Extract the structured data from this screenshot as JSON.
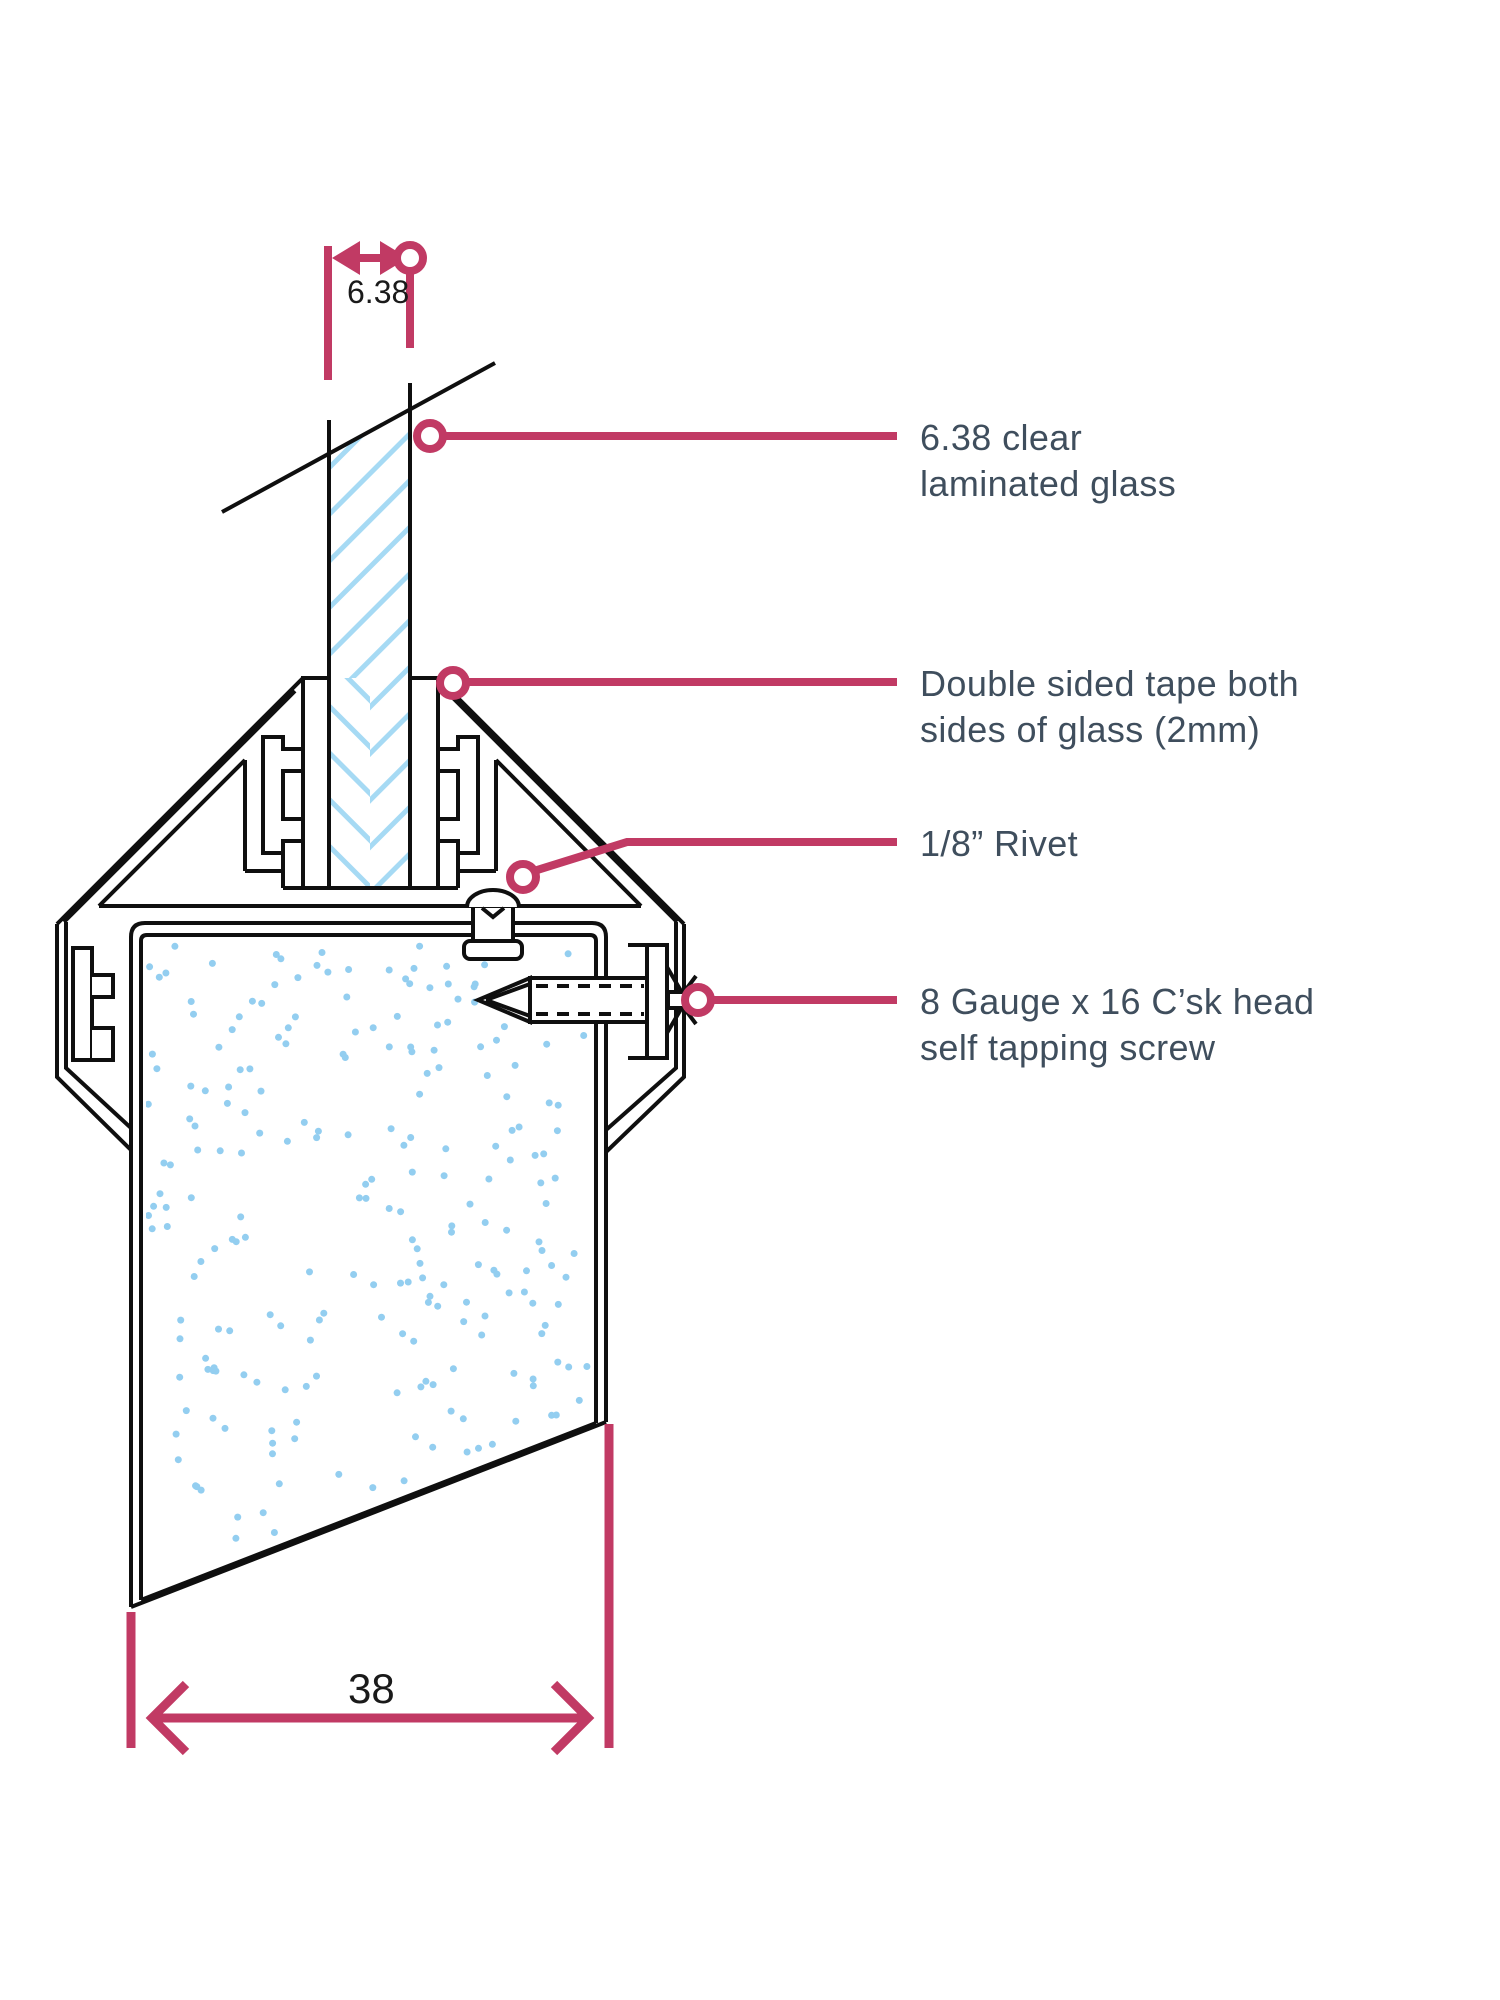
{
  "colors": {
    "accent": "#C13A64",
    "line": "#0F0F0F",
    "hatch": "#A6DAF4",
    "speckle": "#93CEF0",
    "text": "#3F4E5D",
    "dimtext": "#1A1A1A"
  },
  "dimensions": {
    "glass_thickness": "6.38",
    "base_width": "38"
  },
  "annotations": {
    "glass": {
      "line1": "6.38 clear",
      "line2": "laminated glass"
    },
    "tape": {
      "line1": "Double sided tape both",
      "line2": "sides of glass (2mm)"
    },
    "rivet": {
      "line1": "1/8” Rivet"
    },
    "screw": {
      "line1": "8 Gauge x 16 C’sk head",
      "line2": "self tapping screw"
    }
  }
}
